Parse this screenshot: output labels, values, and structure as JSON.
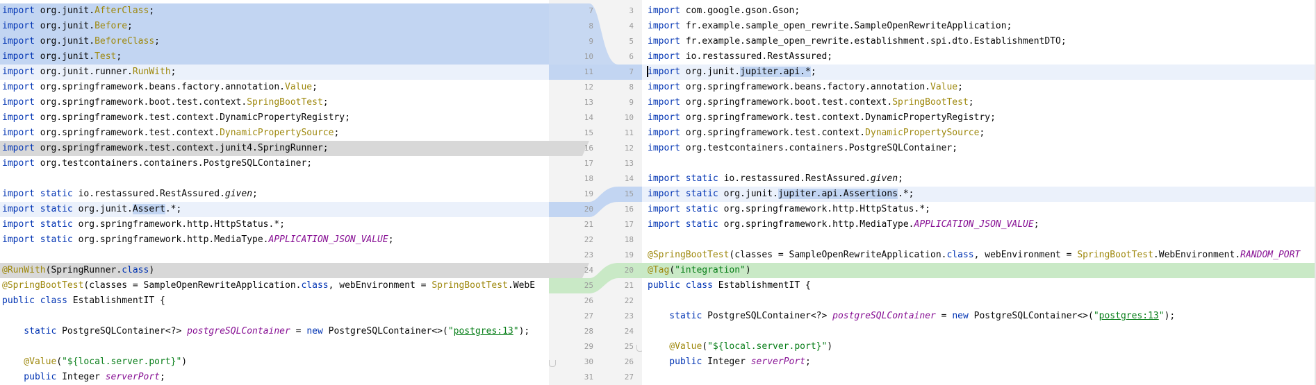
{
  "left_lines": [
    {
      "n": "7",
      "hl": "blue",
      "tokens": [
        {
          "t": "import",
          "c": "kw"
        },
        {
          "t": " org.junit."
        },
        {
          "t": "AfterClass",
          "c": "ann"
        },
        {
          "t": ";"
        }
      ]
    },
    {
      "n": "8",
      "hl": "blue",
      "tokens": [
        {
          "t": "import",
          "c": "kw"
        },
        {
          "t": " org.junit."
        },
        {
          "t": "Before",
          "c": "ann"
        },
        {
          "t": ";"
        }
      ]
    },
    {
      "n": "9",
      "hl": "blue",
      "tokens": [
        {
          "t": "import",
          "c": "kw"
        },
        {
          "t": " org.junit."
        },
        {
          "t": "BeforeClass",
          "c": "ann"
        },
        {
          "t": ";"
        }
      ]
    },
    {
      "n": "10",
      "hl": "blue",
      "tokens": [
        {
          "t": "import",
          "c": "kw"
        },
        {
          "t": " org.junit."
        },
        {
          "t": "Test",
          "c": "ann"
        },
        {
          "t": ";"
        }
      ]
    },
    {
      "n": "11",
      "hl": "mod",
      "tokens": [
        {
          "t": "import",
          "c": "kw"
        },
        {
          "t": " org.junit.runner."
        },
        {
          "t": "RunWith",
          "c": "ann"
        },
        {
          "t": ";"
        }
      ]
    },
    {
      "n": "12",
      "tokens": [
        {
          "t": "import",
          "c": "kw"
        },
        {
          "t": " org.springframework.beans.factory.annotation."
        },
        {
          "t": "Value",
          "c": "ann"
        },
        {
          "t": ";"
        }
      ]
    },
    {
      "n": "13",
      "tokens": [
        {
          "t": "import",
          "c": "kw"
        },
        {
          "t": " org.springframework.boot.test.context."
        },
        {
          "t": "SpringBootTest",
          "c": "ann"
        },
        {
          "t": ";"
        }
      ]
    },
    {
      "n": "14",
      "tokens": [
        {
          "t": "import",
          "c": "kw"
        },
        {
          "t": " org.springframework.test.context.DynamicPropertyRegistry;"
        }
      ]
    },
    {
      "n": "15",
      "tokens": [
        {
          "t": "import",
          "c": "kw"
        },
        {
          "t": " org.springframework.test.context."
        },
        {
          "t": "DynamicPropertySource",
          "c": "ann"
        },
        {
          "t": ";"
        }
      ]
    },
    {
      "n": "16",
      "hl": "del",
      "tokens": [
        {
          "t": "import",
          "c": "kw"
        },
        {
          "t": " org.springframework.test.context.junit4.SpringRunner;"
        }
      ]
    },
    {
      "n": "17",
      "tokens": [
        {
          "t": "import",
          "c": "kw"
        },
        {
          "t": " org.testcontainers.containers.PostgreSQLContainer;"
        }
      ]
    },
    {
      "n": "18",
      "tokens": []
    },
    {
      "n": "19",
      "tokens": [
        {
          "t": "import static",
          "c": "kw"
        },
        {
          "t": " io.restassured.RestAssured."
        },
        {
          "t": "given",
          "c": "ital"
        },
        {
          "t": ";"
        }
      ]
    },
    {
      "n": "20",
      "hl": "mod",
      "tokens": [
        {
          "t": "import static",
          "c": "kw"
        },
        {
          "t": " org.junit."
        },
        {
          "t": "Assert",
          "c": "span-blue"
        },
        {
          "t": ".*;"
        }
      ]
    },
    {
      "n": "21",
      "tokens": [
        {
          "t": "import static",
          "c": "kw"
        },
        {
          "t": " org.springframework.http.HttpStatus.*;"
        }
      ]
    },
    {
      "n": "22",
      "tokens": [
        {
          "t": "import static",
          "c": "kw"
        },
        {
          "t": " org.springframework.http.MediaType."
        },
        {
          "t": "APPLICATION_JSON_VALUE",
          "c": "field"
        },
        {
          "t": ";"
        }
      ]
    },
    {
      "n": "23",
      "tokens": []
    },
    {
      "n": "24",
      "hl": "del",
      "tokens": [
        {
          "t": "@RunWith",
          "c": "ann"
        },
        {
          "t": "(SpringRunner."
        },
        {
          "t": "class",
          "c": "kw"
        },
        {
          "t": ")"
        }
      ]
    },
    {
      "n": "25",
      "tokens": [
        {
          "t": "@SpringBootTest",
          "c": "ann"
        },
        {
          "t": "(classes = SampleOpenRewriteApplication."
        },
        {
          "t": "class",
          "c": "kw"
        },
        {
          "t": ", webEnvironment = "
        },
        {
          "t": "SpringBootTest",
          "c": "ann"
        },
        {
          "t": ".WebE"
        }
      ]
    },
    {
      "n": "26",
      "tokens": [
        {
          "t": "public class",
          "c": "kw"
        },
        {
          "t": " EstablishmentIT {"
        }
      ]
    },
    {
      "n": "27",
      "tokens": []
    },
    {
      "n": "28",
      "tokens": [
        {
          "t": "    static",
          "c": "kw"
        },
        {
          "t": " PostgreSQLContainer<?> "
        },
        {
          "t": "postgreSQLContainer",
          "c": "field"
        },
        {
          "t": " = "
        },
        {
          "t": "new",
          "c": "kw"
        },
        {
          "t": " PostgreSQLContainer<>("
        },
        {
          "t": "\"",
          "c": "str"
        },
        {
          "t": "postgres:13",
          "c": "str-link"
        },
        {
          "t": "\"",
          "c": "str"
        },
        {
          "t": ");"
        }
      ]
    },
    {
      "n": "29",
      "tokens": []
    },
    {
      "n": "30",
      "tokens": [
        {
          "t": "    @Value",
          "c": "ann"
        },
        {
          "t": "("
        },
        {
          "t": "\"${local.server.port}\"",
          "c": "str"
        },
        {
          "t": ")"
        }
      ]
    },
    {
      "n": "31",
      "tokens": [
        {
          "t": "    public",
          "c": "kw"
        },
        {
          "t": " Integer "
        },
        {
          "t": "serverPort",
          "c": "field"
        },
        {
          "t": ";"
        }
      ]
    }
  ],
  "right_lines": [
    {
      "n": "3",
      "tokens": [
        {
          "t": "import",
          "c": "kw"
        },
        {
          "t": " com.google.gson.Gson;"
        }
      ]
    },
    {
      "n": "4",
      "tokens": [
        {
          "t": "import",
          "c": "kw"
        },
        {
          "t": " fr.example.sample_open_rewrite.SampleOpenRewriteApplication;"
        }
      ]
    },
    {
      "n": "5",
      "tokens": [
        {
          "t": "import",
          "c": "kw"
        },
        {
          "t": " fr.example.sample_open_rewrite.establishment.spi.dto.EstablishmentDTO;"
        }
      ]
    },
    {
      "n": "6",
      "tokens": [
        {
          "t": "import",
          "c": "kw"
        },
        {
          "t": " io.restassured.RestAssured;"
        }
      ]
    },
    {
      "n": "7",
      "hl": "mod",
      "tokens": [
        {
          "t": "import",
          "c": "kw"
        },
        {
          "t": " org.junit."
        },
        {
          "t": "jupiter.api.*",
          "c": "span-blue"
        },
        {
          "t": ";"
        }
      ]
    },
    {
      "n": "8",
      "tokens": [
        {
          "t": "import",
          "c": "kw"
        },
        {
          "t": " org.springframework.beans.factory.annotation."
        },
        {
          "t": "Value",
          "c": "ann"
        },
        {
          "t": ";"
        }
      ]
    },
    {
      "n": "9",
      "tokens": [
        {
          "t": "import",
          "c": "kw"
        },
        {
          "t": " org.springframework.boot.test.context."
        },
        {
          "t": "SpringBootTest",
          "c": "ann"
        },
        {
          "t": ";"
        }
      ]
    },
    {
      "n": "10",
      "tokens": [
        {
          "t": "import",
          "c": "kw"
        },
        {
          "t": " org.springframework.test.context.DynamicPropertyRegistry;"
        }
      ]
    },
    {
      "n": "11",
      "tokens": [
        {
          "t": "import",
          "c": "kw"
        },
        {
          "t": " org.springframework.test.context."
        },
        {
          "t": "DynamicPropertySource",
          "c": "ann"
        },
        {
          "t": ";"
        }
      ]
    },
    {
      "n": "12",
      "tokens": [
        {
          "t": "import",
          "c": "kw"
        },
        {
          "t": " org.testcontainers.containers.PostgreSQLContainer;"
        }
      ]
    },
    {
      "n": "13",
      "tokens": []
    },
    {
      "n": "14",
      "tokens": [
        {
          "t": "import static",
          "c": "kw"
        },
        {
          "t": " io.restassured.RestAssured."
        },
        {
          "t": "given",
          "c": "ital"
        },
        {
          "t": ";"
        }
      ]
    },
    {
      "n": "15",
      "hl": "mod",
      "tokens": [
        {
          "t": "import static",
          "c": "kw"
        },
        {
          "t": " org.junit."
        },
        {
          "t": "jupiter.api.Assertions",
          "c": "span-blue"
        },
        {
          "t": ".*;"
        }
      ]
    },
    {
      "n": "16",
      "tokens": [
        {
          "t": "import static",
          "c": "kw"
        },
        {
          "t": " org.springframework.http.HttpStatus.*;"
        }
      ]
    },
    {
      "n": "17",
      "tokens": [
        {
          "t": "import static",
          "c": "kw"
        },
        {
          "t": " org.springframework.http.MediaType."
        },
        {
          "t": "APPLICATION_JSON_VALUE",
          "c": "field"
        },
        {
          "t": ";"
        }
      ]
    },
    {
      "n": "18",
      "tokens": []
    },
    {
      "n": "19",
      "tokens": [
        {
          "t": "@SpringBootTest",
          "c": "ann"
        },
        {
          "t": "(classes = SampleOpenRewriteApplication."
        },
        {
          "t": "class",
          "c": "kw"
        },
        {
          "t": ", webEnvironment = "
        },
        {
          "t": "SpringBootTest",
          "c": "ann"
        },
        {
          "t": ".WebEnvironment."
        },
        {
          "t": "RANDOM_PORT",
          "c": "field"
        }
      ]
    },
    {
      "n": "20",
      "hl": "green",
      "tokens": [
        {
          "t": "@Tag",
          "c": "ann"
        },
        {
          "t": "("
        },
        {
          "t": "\"integration\"",
          "c": "str"
        },
        {
          "t": ")"
        }
      ]
    },
    {
      "n": "21",
      "tokens": [
        {
          "t": "public class",
          "c": "kw"
        },
        {
          "t": " EstablishmentIT {"
        }
      ]
    },
    {
      "n": "22",
      "tokens": []
    },
    {
      "n": "23",
      "tokens": [
        {
          "t": "    static",
          "c": "kw"
        },
        {
          "t": " PostgreSQLContainer<?> "
        },
        {
          "t": "postgreSQLContainer",
          "c": "field"
        },
        {
          "t": " = "
        },
        {
          "t": "new",
          "c": "kw"
        },
        {
          "t": " PostgreSQLContainer<>("
        },
        {
          "t": "\"",
          "c": "str"
        },
        {
          "t": "postgres:13",
          "c": "str-link"
        },
        {
          "t": "\"",
          "c": "str"
        },
        {
          "t": ");"
        }
      ]
    },
    {
      "n": "24",
      "tokens": []
    },
    {
      "n": "25",
      "tokens": [
        {
          "t": "    @Value",
          "c": "ann"
        },
        {
          "t": "("
        },
        {
          "t": "\"${local.server.port}\"",
          "c": "str"
        },
        {
          "t": ")"
        }
      ]
    },
    {
      "n": "26",
      "tokens": [
        {
          "t": "    public",
          "c": "kw"
        },
        {
          "t": " Integer "
        },
        {
          "t": "serverPort",
          "c": "field"
        },
        {
          "t": ";"
        }
      ]
    },
    {
      "n": "27",
      "tokens": []
    }
  ],
  "colors": {
    "keyword": "#0033b3",
    "annotation": "#9e880d",
    "field": "#871094",
    "string": "#067d17",
    "changed_block": "#c2d5f2",
    "modified_line": "#ebf1fb",
    "deleted_line": "#d8d8d8",
    "inserted_line": "#c9e9c6",
    "gutter_background": "#f3f3f3"
  }
}
